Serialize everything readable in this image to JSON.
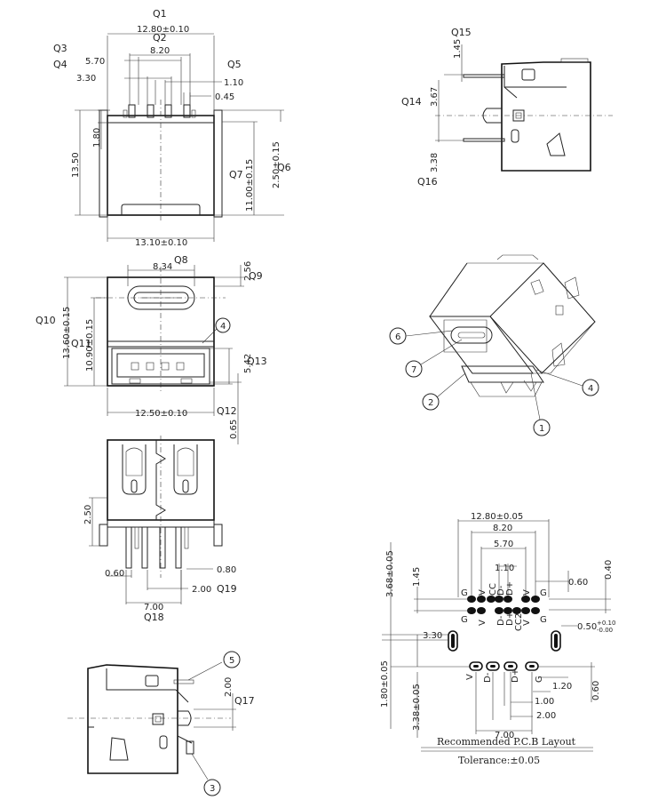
{
  "front_view": {
    "labels": {
      "q1": "Q1",
      "q2": "Q2",
      "q3": "Q3",
      "q4": "Q4",
      "q5": "Q5",
      "q6": "Q6",
      "q7": "Q7"
    },
    "dims": {
      "w1": "12.80±0.10",
      "w2": "8.20",
      "w3": "5.70",
      "w4": "3.30",
      "w5": "1.10",
      "w6": "0.45",
      "h1": "13.50",
      "h2": "1.80",
      "h3": "11.00±0.15",
      "h4": "2.50±0.15",
      "w_bottom": "13.10±0.10"
    }
  },
  "top_view": {
    "labels": {
      "q8": "Q8",
      "q9": "Q9",
      "q10": "Q10",
      "q11": "Q11",
      "q12": "Q12",
      "q13": "Q13"
    },
    "dims": {
      "w1": "8.34",
      "w2": "2.56",
      "h1": "13.60±0.15",
      "h2": "10.90±0.15",
      "h3": "5.42",
      "w_bottom": "12.50±0.10",
      "v1": "0.65"
    },
    "callout": "4"
  },
  "bottom_view": {
    "labels": {
      "q18": "Q18",
      "q19": "Q19"
    },
    "dims": {
      "h1": "2.50",
      "d1": "0.60",
      "d2": "0.80",
      "d3": "2.00",
      "w1": "7.00"
    }
  },
  "side_view_a": {
    "callouts": [
      "5",
      "3"
    ],
    "labels": {
      "q17": "Q17"
    },
    "dims": {
      "d1": "2.00"
    }
  },
  "side_view_b": {
    "labels": {
      "q14": "Q14",
      "q15": "Q15",
      "q16": "Q16"
    },
    "dims": {
      "d1": "1.45",
      "d2": "3.67",
      "d3": "3.38"
    }
  },
  "iso_view": {
    "callouts": [
      "6",
      "7",
      "2",
      "4",
      "1"
    ]
  },
  "pcb_layout": {
    "dims": {
      "w1": "12.80±0.05",
      "w2": "8.20",
      "w3": "5.70",
      "w4": "1.10",
      "d060": "0.60",
      "d040": "0.40",
      "h368": "3.68±0.05",
      "h145": "1.45",
      "h330": "3.30",
      "tol050": "0.50",
      "tol_up": "+0.10",
      "tol_dn": "-0.00",
      "h180": "1.80±0.05",
      "h338": "3.38±0.05",
      "d120": "1.20",
      "d100": "1.00",
      "d200": "2.00",
      "w700": "7.00",
      "d060b": "0.60"
    },
    "pins_top": [
      "G",
      "V",
      "CC",
      "D-",
      "D+",
      "V",
      "G"
    ],
    "pins_mid": [
      "G",
      "V",
      "D-",
      "D+",
      "CC2",
      "V",
      "G"
    ],
    "pins_bottom": [
      "V",
      "D-",
      "D+",
      "G"
    ],
    "title": "Recommended P.C.B Layout",
    "tolerance": "Tolerance:±0.05"
  }
}
